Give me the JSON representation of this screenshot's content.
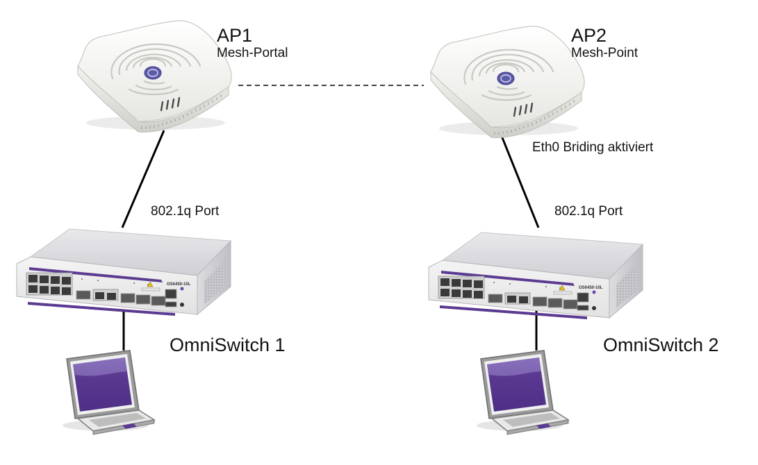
{
  "diagram": {
    "nodes": {
      "ap1": {
        "name": "AP1",
        "role": "Mesh-Portal",
        "icon": "access-point-icon"
      },
      "ap2": {
        "name": "AP2",
        "role": "Mesh-Point",
        "icon": "access-point-icon",
        "note": "Eth0 Briding aktiviert"
      },
      "switch1": {
        "name": "OmniSwitch 1",
        "model": "OS6450-10L",
        "icon": "network-switch-icon"
      },
      "switch2": {
        "name": "OmniSwitch 2",
        "model": "OS6450-10L",
        "icon": "network-switch-icon"
      },
      "laptop1": {
        "icon": "laptop-icon"
      },
      "laptop2": {
        "icon": "laptop-icon"
      }
    },
    "links": [
      {
        "from": "ap1",
        "to": "ap2",
        "style": "dashed",
        "label": ""
      },
      {
        "from": "ap1",
        "to": "switch1",
        "style": "solid",
        "label": "802.1q Port"
      },
      {
        "from": "ap2",
        "to": "switch2",
        "style": "solid",
        "label": "802.1q Port"
      },
      {
        "from": "switch1",
        "to": "laptop1",
        "style": "solid",
        "label": ""
      },
      {
        "from": "switch2",
        "to": "laptop2",
        "style": "solid",
        "label": ""
      }
    ],
    "colors": {
      "accent_purple": "#5b3a91",
      "device_white": "#f2f2ee",
      "switch_gray": "#d9d9de",
      "line": "#000000"
    }
  }
}
